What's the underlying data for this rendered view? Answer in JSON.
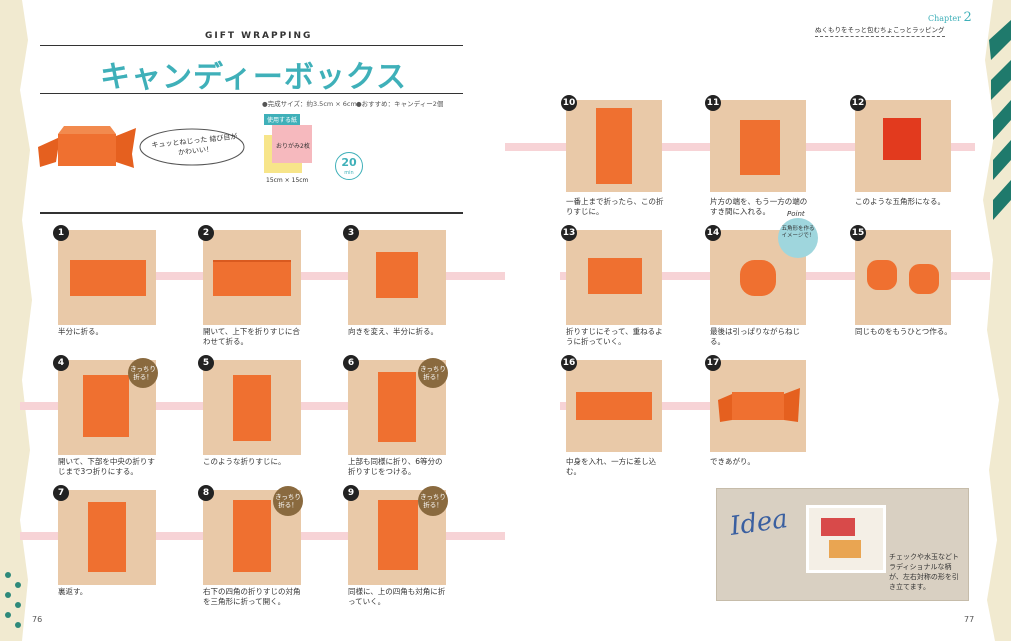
{
  "header": {
    "section_label": "GIFT WRAPPING",
    "title": "キャンディーボックス",
    "size_info": "●完成サイズ：約3.5cm × 6cm",
    "recommend": "●おすすめ：キャンディー2個",
    "tagline": "キュッとねじった 結び目がかわいい！",
    "paper_label": "使用する紙",
    "paper_desc": "おりがみ2枚",
    "paper_size": "15cm × 15cm",
    "time_number": "20",
    "time_unit": "min"
  },
  "chapter": {
    "label": "Chapter",
    "number": "2",
    "subtitle": "ぬくもりをそっと包むちょこっとラッピング"
  },
  "steps": [
    {
      "n": "1",
      "text": "半分に折る。"
    },
    {
      "n": "2",
      "text": "開いて、上下を折りすじに合わせて折る。"
    },
    {
      "n": "3",
      "text": "向きを変え、半分に折る。"
    },
    {
      "n": "4",
      "text": "開いて、下部を中央の折りすじまで3つ折りにする。",
      "badge": "きっちり折る！"
    },
    {
      "n": "5",
      "text": "このような折りすじに。"
    },
    {
      "n": "6",
      "text": "上部も同様に折り、6等分の折りすじをつける。",
      "badge": "きっちり折る！"
    },
    {
      "n": "7",
      "text": "裏返す。"
    },
    {
      "n": "8",
      "text": "右下の四角の折りすじの対角を三角形に折って開く。",
      "badge": "きっちり折る！"
    },
    {
      "n": "9",
      "text": "同様に、上の四角も対角に折っていく。",
      "badge": "きっちり折る！"
    },
    {
      "n": "10",
      "text": "一番上まで折ったら、この折りすじに。"
    },
    {
      "n": "11",
      "text": "片方の端を、もう一方の端のすき間に入れる。"
    },
    {
      "n": "12",
      "text": "このような五角形になる。"
    },
    {
      "n": "13",
      "text": "折りすじにそって、重ねるように折っていく。"
    },
    {
      "n": "14",
      "text": "最後は引っぱりながらねじる。"
    },
    {
      "n": "15",
      "text": "同じものをもうひとつ作る。"
    },
    {
      "n": "16",
      "text": "中身を入れ、一方に差し込む。"
    },
    {
      "n": "17",
      "text": "できあがり。"
    }
  ],
  "point": {
    "label": "Point",
    "text": "五角形を作るイメージで！"
  },
  "idea": {
    "label": "Idea",
    "text": "チェックや水玉などトラディショナルな柄が、左右対称の形を引き立てます。"
  },
  "page_numbers": {
    "left": "76",
    "right": "77"
  },
  "colors": {
    "accent": "#3fb0b9",
    "orange": "#ef7030",
    "pink": "#f7d3d6",
    "badge": "#8a6a3f"
  }
}
